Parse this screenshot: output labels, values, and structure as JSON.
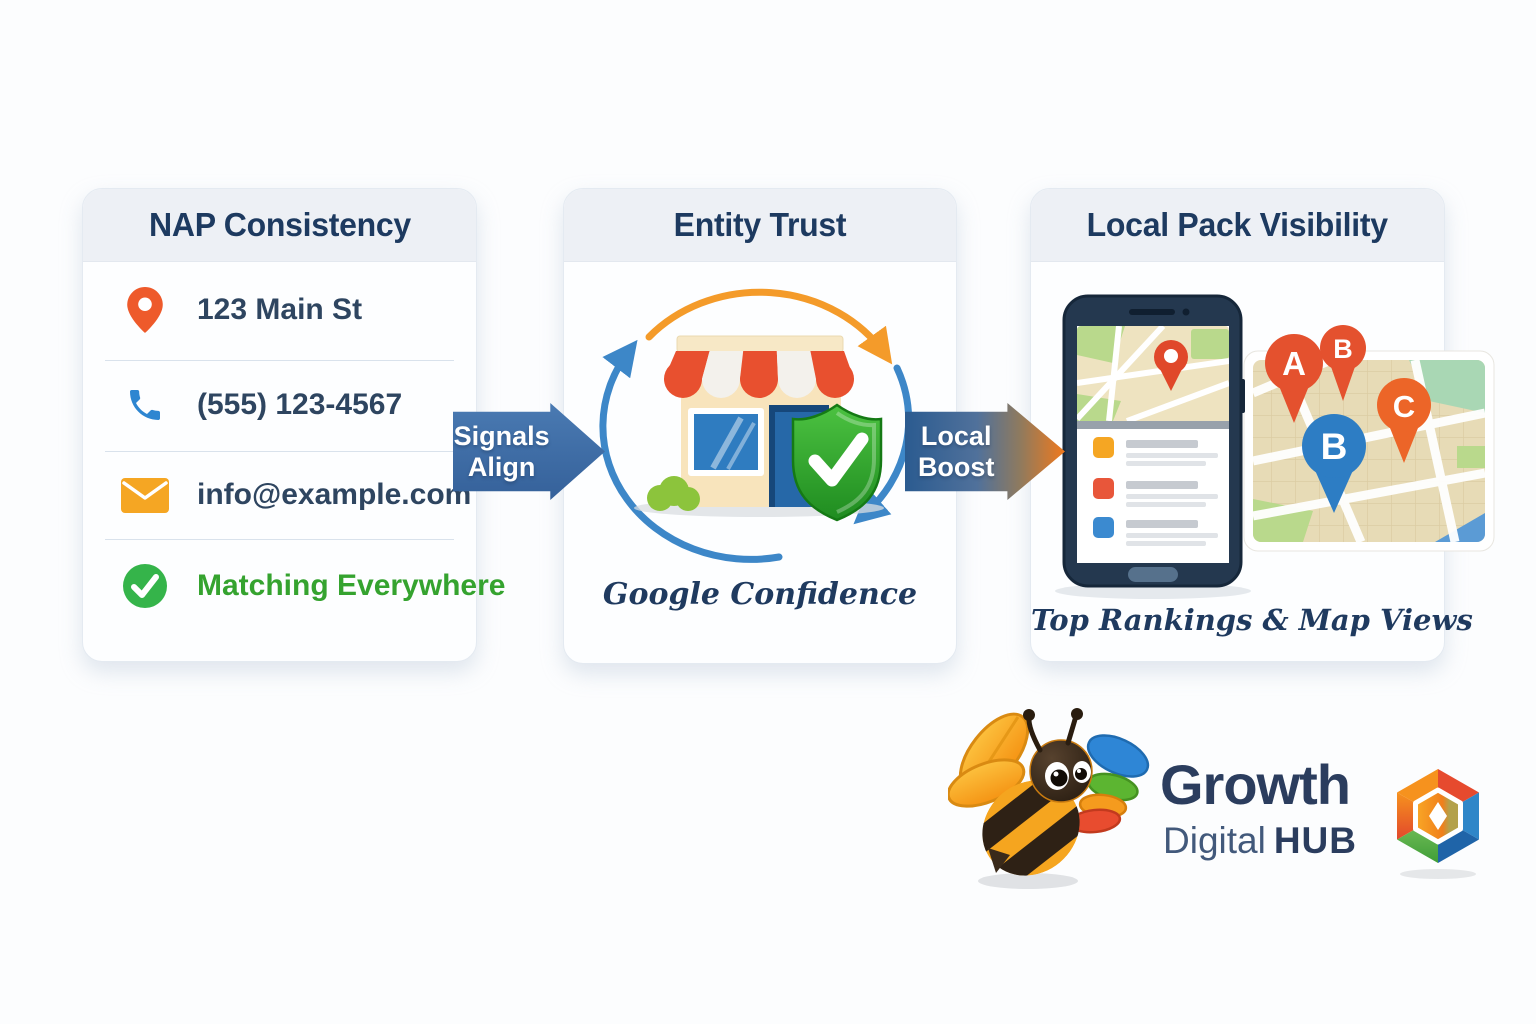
{
  "page": {
    "background": "#fcfdfe"
  },
  "cards": [
    {
      "title": "NAP Consistency",
      "items": [
        {
          "icon": "location-pin-icon",
          "label": "123 Main St"
        },
        {
          "icon": "phone-icon",
          "label": "(555) 123-4567"
        },
        {
          "icon": "envelope-icon",
          "label": "info@example.com"
        },
        {
          "icon": "check-circle-icon",
          "label": "Matching Everywhere"
        }
      ]
    },
    {
      "title": "Entity Trust",
      "caption": "Google Confidence",
      "illustration": "storefront-with-shield-and-cycle-arrows"
    },
    {
      "title": "Local Pack Visibility",
      "caption": "Top Rankings & Map Views",
      "pins": [
        {
          "letter": "A",
          "color": "#e4512e"
        },
        {
          "letter": "B",
          "color": "#e4512e"
        },
        {
          "letter": "C",
          "color": "#ec6528"
        },
        {
          "letter": "B",
          "color": "#2d7dc4"
        }
      ],
      "illustration": "phone-local-pack-and-map"
    }
  ],
  "arrows": [
    {
      "line1": "Signals",
      "line2": "Align"
    },
    {
      "line1": "Local",
      "line2": "Boost"
    }
  ],
  "brand": {
    "name": "Growth",
    "sub_regular": "Digital",
    "sub_bold": "HUB",
    "mascot": "bee-mascot",
    "mark": "hexagon-logo"
  },
  "colors": {
    "navy_title": "#1d3a60",
    "body_text": "#2e4560",
    "green_text": "#35a32f",
    "accent_orange": "#f5a623",
    "accent_red": "#e8502f",
    "accent_blue": "#2e86d1",
    "accent_green": "#34b94a",
    "arrow_blue": "#3e6da6",
    "arrow_orange": "#f0791d",
    "card_header_bg": "#edf0f5"
  }
}
